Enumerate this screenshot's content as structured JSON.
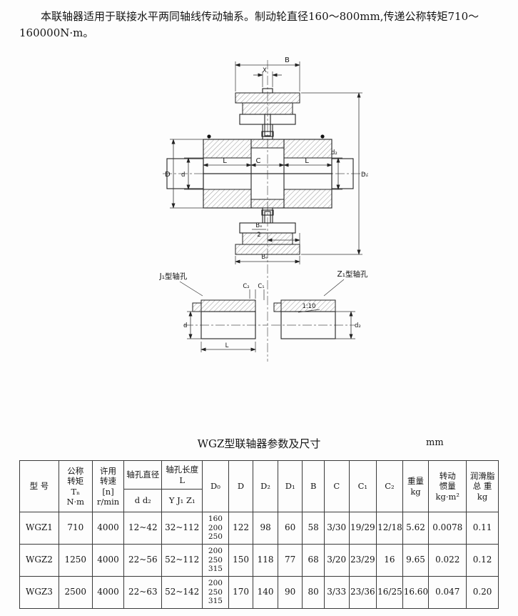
{
  "intro": {
    "line1": "本联轴器适用于联接水平两同轴线传动轴系。制动轮直径160～800mm,传递公称转矩710～",
    "line2": "160000N·m。"
  },
  "drawing": {
    "labels": {
      "B": "B",
      "X": "X",
      "D": "D",
      "d": "d",
      "L1": "L",
      "C": "C",
      "L2": "L",
      "d2_main": "d₂",
      "Da": "Dₐ",
      "Be_num": "Bₑ",
      "Be_den": "2",
      "Be": "Bₑ",
      "j1_title": "J₁型轴孔",
      "z1_title": "Z₁型轴孔",
      "C2s": "C₂",
      "C1s": "C₁",
      "d_detail": "d",
      "L_detail": "L",
      "taper": "1:10",
      "d2_detail": "d₂"
    }
  },
  "table": {
    "title": "WGZ型联轴器参数及尺寸",
    "unit": "mm",
    "headers": {
      "model": "型  号",
      "torque": "公称\n转矩\nTₙ\nN·m",
      "speed": "许用\n转速\n[n]\nr/min",
      "bore_dia": "轴孔直径",
      "bore_dia_sub": "d d₂",
      "bore_len": "轴孔长度\nL",
      "bore_len_sub": "Y J₁ Z₁",
      "d0": "D₀",
      "D": "D",
      "D2": "D₂",
      "D1": "D₁",
      "B": "B",
      "C": "C",
      "C1": "C₁",
      "C2": "C₂",
      "weight": "重量\nkg",
      "inertia": "转动\n惯量\nkg·m²",
      "grease": "润滑脂\n总  重\nkg"
    },
    "rows": [
      [
        "WGZ1",
        "710",
        "4000",
        "12~42",
        "32~112",
        "160\n200\n250",
        "122",
        "98",
        "60",
        "58",
        "3/30",
        "19/29",
        "12/18",
        "5.62",
        "0.0078",
        "0.11"
      ],
      [
        "WGZ2",
        "1250",
        "4000",
        "22~56",
        "52~112",
        "200\n250\n315",
        "150",
        "118",
        "77",
        "68",
        "3/20",
        "23/29",
        "16",
        "9.65",
        "0.022",
        "0.12"
      ],
      [
        "WGZ3",
        "2500",
        "4000",
        "22~63",
        "52~142",
        "200\n250\n315",
        "170",
        "140",
        "90",
        "80",
        "3/33",
        "23/36",
        "16/25",
        "16.60",
        "0.047",
        "0.20"
      ]
    ]
  }
}
